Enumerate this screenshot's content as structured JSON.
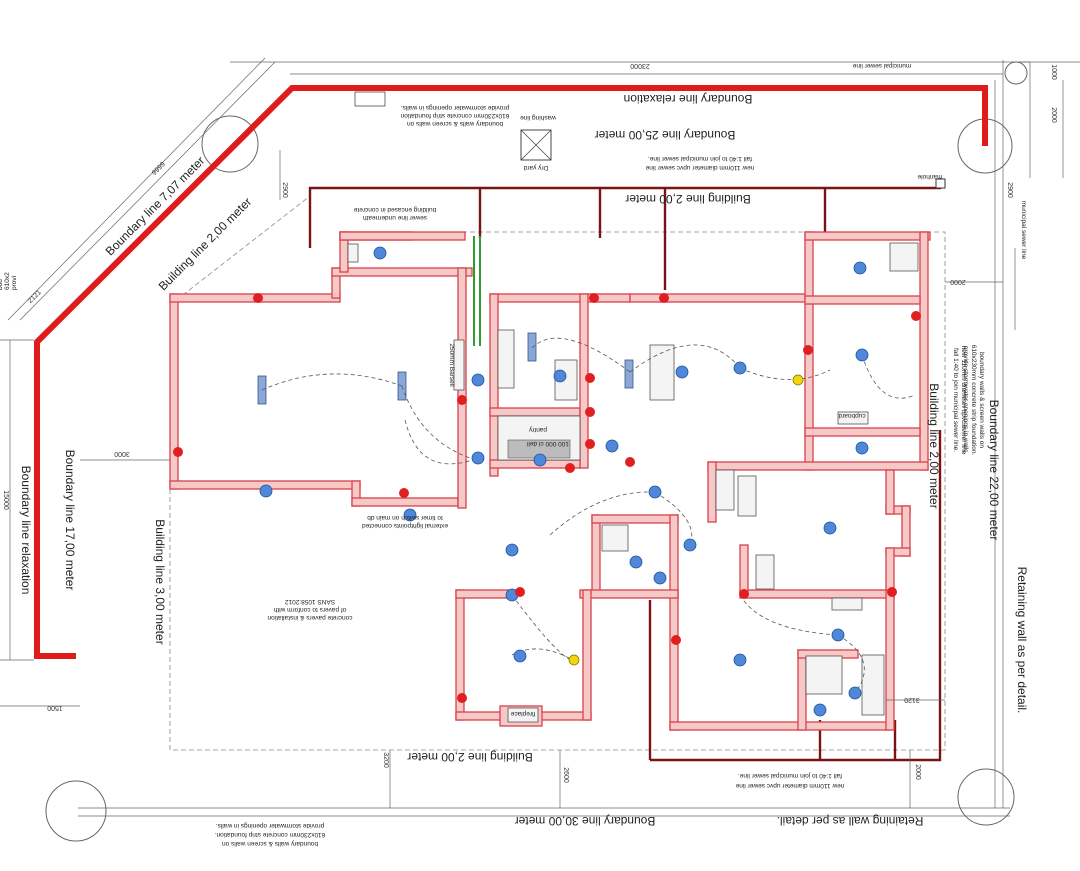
{
  "labels": {
    "boundary_top": "Boundary line relaxation",
    "boundary_25": "Boundary line 25,00 meter",
    "building_top": "Building line 2,00 meter",
    "boundary_left_diag": "Boundary line 7,07 meter",
    "building_left_diag": "Building line 2,00 meter",
    "boundary_left_relax": "Boundary line relaxation",
    "boundary_left_17": "Boundary line 17,00 meter",
    "building_left_3": "Building line 3,00 meter",
    "building_right_2": "Building line 2,00 meter",
    "boundary_right_22": "Boundary line 22,00 meter",
    "retaining_right": "Retaining wall as per detail.",
    "building_bottom": "Building line 2,00 meter",
    "boundary_bottom_30": "Boundary line 30,00 meter",
    "retaining_bottom": "Retaining wall as per detail.",
    "manhole": "manhole",
    "municipal_sewer_top": "municipal sewer line",
    "municipal_sewer_right": "municipal sewer line",
    "dry_yard": "Dry yard",
    "washing_line": "washing line",
    "pantry": "pantry",
    "kitchen_note": "100 000 cl dell",
    "cupboard": "cupboard",
    "fireplace": "fireplace",
    "sew_ua": "sewer line underneath",
    "sew_ub": "building encased in concrete",
    "sew_top_a": "new 110mm diameter upvc sewer line",
    "sew_top_b": "fall 1:40 to join municipal sewer line.",
    "sew_bot_a": "new 110mm diameter upvc sewer line",
    "sew_bot_b": "fall 1:40 to join municipal sewer line.",
    "sew_r_a": "new 110mm diameter upvc sewer line",
    "sew_r_b": "fall 1:40 to join municipal sewer line.",
    "sw_top_a": "boundary walls & screen walls on",
    "sw_top_b": "610x230mm concrete strip foundation",
    "sw_top_c": "provide stormwater openings in walls.",
    "sw_bot_a": "boundary walls & screen walls on",
    "sw_bot_b": "610x230mm concrete strip foundation.",
    "sw_bot_c": "provide stormwater openings in walls.",
    "sw_r_a": "boundary walls & screen walls on",
    "sw_r_b": "610x230mm concrete strip foundation.",
    "sw_r_c": "provide stormwater openings in walls.",
    "sw_edge_a": "bou",
    "sw_edge_b": "610x2",
    "sw_edge_c": "provi",
    "pav_a": "concrete pavers & installation",
    "pav_b": "of pavers to conform with",
    "pav_c": "SANS 1058:2012",
    "ext_a": "external lightpoints connected",
    "ext_b": "to timer switch on main db",
    "cooker": "250mm Barsell",
    "d_23000": "23000",
    "d_1000": "1000",
    "d_2000": "2000",
    "d_2900": "2900",
    "d_2900b": "2900",
    "d_3000": "3000",
    "d_15000": "15000",
    "d_1500": "1500",
    "d_2121": "2121",
    "d_3200": "3200",
    "d_2600": "2600",
    "d_2000r": "2000",
    "d_3120": "3120",
    "d_2000b": "2000",
    "d_9999": "9999"
  },
  "colors": {
    "boundary_line": "#e01b1b",
    "walls": "#d9414a",
    "sewer_line": "#7a1414",
    "light_point": "#4f88d8",
    "socket": "#e02020",
    "switch": "#f4d40a",
    "green_pipe": "#2f9e2f"
  }
}
